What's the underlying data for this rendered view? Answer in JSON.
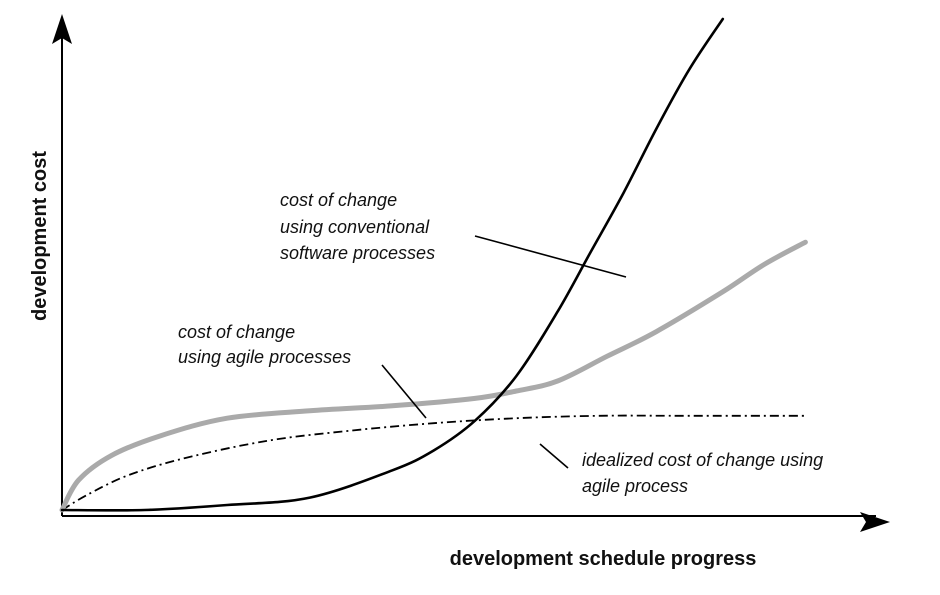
{
  "chart_data": {
    "type": "line",
    "title": "",
    "xlabel": "development schedule progress",
    "ylabel": "development cost",
    "xlim": [
      0,
      100
    ],
    "ylim": [
      0,
      100
    ],
    "grid": false,
    "colors": {
      "conventional": "#000000",
      "agile": "#aaaaaa",
      "idealized": "#000000"
    },
    "series": [
      {
        "id": "conventional",
        "x": [
          0,
          10,
          20,
          30,
          40,
          45,
          50,
          55,
          60,
          64,
          68,
          72,
          76,
          80
        ],
        "y": [
          0,
          0,
          1,
          2.5,
          8,
          12,
          18,
          27,
          40,
          52,
          64,
          77,
          89,
          99
        ]
      },
      {
        "id": "agile",
        "x": [
          0,
          2,
          6,
          12,
          20,
          30,
          40,
          50,
          55,
          60,
          66,
          72,
          80,
          85,
          90
        ],
        "y": [
          0,
          6,
          11,
          15,
          18.5,
          20,
          21,
          22.5,
          24,
          26,
          31,
          36,
          44,
          49.5,
          54
        ]
      },
      {
        "id": "idealized",
        "x": [
          0,
          3,
          8,
          15,
          25,
          35,
          45,
          55,
          65,
          75,
          90
        ],
        "y": [
          0,
          3,
          7,
          10.5,
          14,
          16,
          17.5,
          18.5,
          19,
          19,
          19
        ]
      }
    ],
    "annotations": [
      {
        "series": "conventional",
        "lines": [
          "cost of change",
          "using conventional",
          "software processes"
        ]
      },
      {
        "series": "agile",
        "lines": [
          "cost of change",
          "using agile processes"
        ]
      },
      {
        "series": "idealized",
        "lines": [
          "idealized cost of change using",
          "agile process"
        ]
      }
    ]
  }
}
